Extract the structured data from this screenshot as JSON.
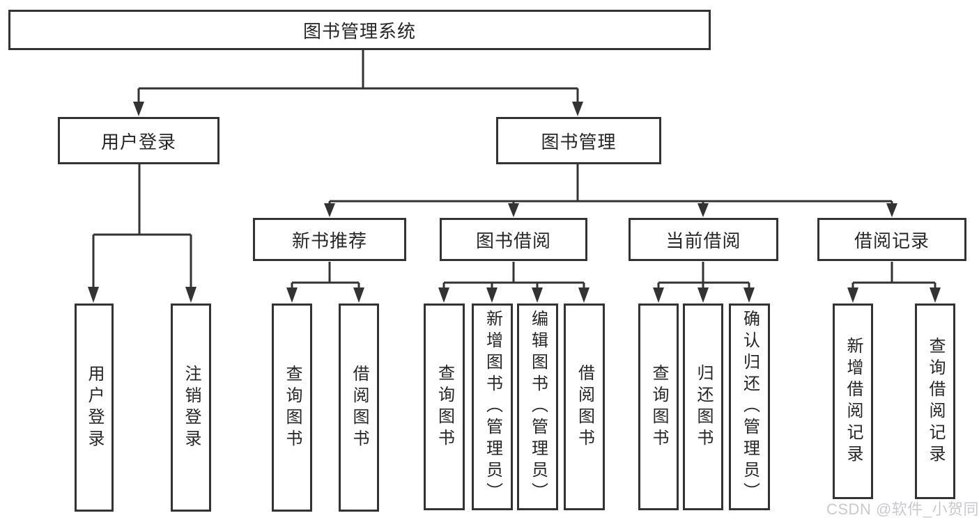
{
  "nodes": {
    "root": {
      "label": "图书管理系统"
    },
    "user_login": {
      "label": "用户登录"
    },
    "book_management": {
      "label": "图书管理"
    },
    "new_book_recommend": {
      "label": "新书推荐"
    },
    "book_borrow": {
      "label": "图书借阅"
    },
    "current_borrow": {
      "label": "当前借阅"
    },
    "borrow_record": {
      "label": "借阅记录"
    },
    "leaf_user_login": {
      "label": "用户登录"
    },
    "leaf_logout": {
      "label": "注销登录"
    },
    "leaf_query_book_recommend": {
      "label": "查询图书"
    },
    "leaf_borrow_book_recommend": {
      "label": "借阅图书"
    },
    "leaf_query_book_borrow": {
      "label": "查询图书"
    },
    "leaf_add_book_admin": {
      "label": "新增图书（管理员）"
    },
    "leaf_edit_book_admin": {
      "label": "编辑图书（管理员）"
    },
    "leaf_borrow_book_borrow": {
      "label": "借阅图书"
    },
    "leaf_query_book_current": {
      "label": "查询图书"
    },
    "leaf_return_book": {
      "label": "归还图书"
    },
    "leaf_confirm_return_admin": {
      "label": "确认归还（管理员）"
    },
    "leaf_add_borrow_record": {
      "label": "新增借阅记录"
    },
    "leaf_query_borrow_record": {
      "label": "查询借阅记录"
    }
  },
  "hierarchy": {
    "root": [
      "user_login",
      "book_management"
    ],
    "user_login": [
      "leaf_user_login",
      "leaf_logout"
    ],
    "book_management": [
      "new_book_recommend",
      "book_borrow",
      "current_borrow",
      "borrow_record"
    ],
    "new_book_recommend": [
      "leaf_query_book_recommend",
      "leaf_borrow_book_recommend"
    ],
    "book_borrow": [
      "leaf_query_book_borrow",
      "leaf_add_book_admin",
      "leaf_edit_book_admin",
      "leaf_borrow_book_borrow"
    ],
    "current_borrow": [
      "leaf_query_book_current",
      "leaf_return_book",
      "leaf_confirm_return_admin"
    ],
    "borrow_record": [
      "leaf_add_borrow_record",
      "leaf_query_borrow_record"
    ]
  },
  "watermark": {
    "text": "CSDN @软件_小贺同学"
  },
  "colors": {
    "line": "#333333",
    "box_border": "#333333",
    "text": "#262626",
    "box_background": "#ffffff",
    "background": "#ffffff",
    "watermark": "#c9c9cf"
  }
}
